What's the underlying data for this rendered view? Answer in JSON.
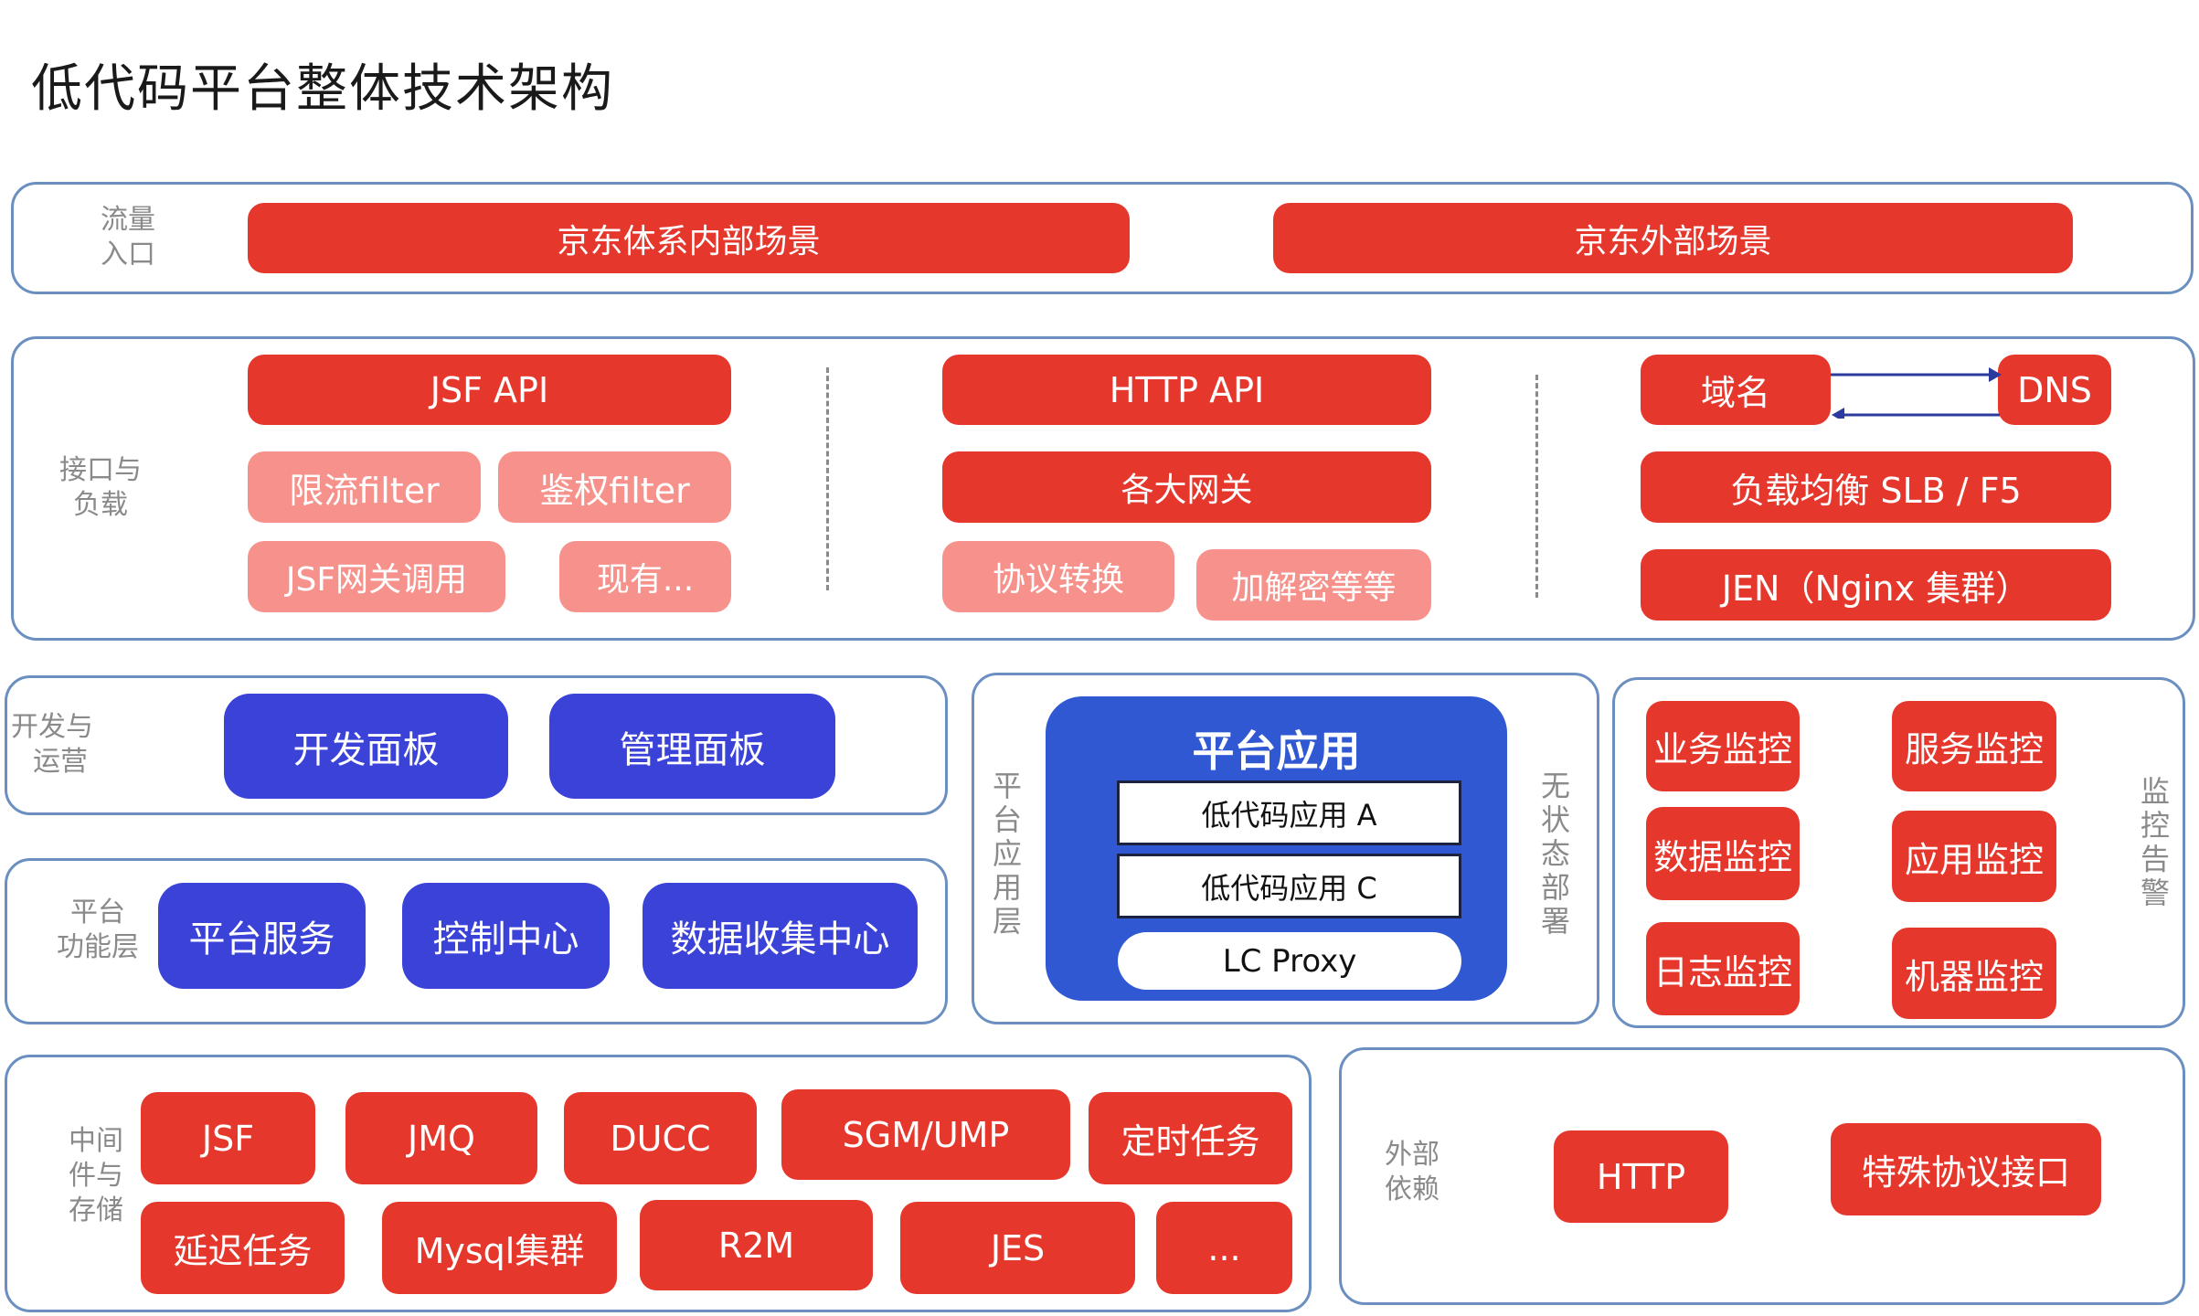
{
  "title": "低代码平台整体技术架构",
  "colors": {
    "primary_red": "#e5372c",
    "light_red": "#f6928b",
    "indigo": "#3a42d8",
    "platform_blue": "#3058d2",
    "panel_border": "#6a8fc0",
    "label_gray": "#8a8a8a",
    "arrow_blue": "#2b3a9e"
  },
  "traffic": {
    "label": [
      "流量",
      "入口"
    ],
    "items": [
      "京东体系内部场景",
      "京东外部场景"
    ]
  },
  "interface": {
    "label": [
      "接口与",
      "负载"
    ],
    "jsf": {
      "header": "JSF API",
      "items": [
        "限流filter",
        "鉴权filter",
        "JSF网关调用",
        "现有..."
      ]
    },
    "http": {
      "header": "HTTP API",
      "gateway": "各大网关",
      "items": [
        "协议转换",
        "加解密等等"
      ]
    },
    "lb": {
      "domain": "域名",
      "dns": "DNS",
      "slb": "负载均衡 SLB / F5",
      "jen": "JEN（Nginx 集群）"
    }
  },
  "devops": {
    "label": [
      "开发与",
      "运营"
    ],
    "items": [
      "开发面板",
      "管理面板"
    ]
  },
  "functions": {
    "label": [
      "平台",
      "功能层"
    ],
    "items": [
      "平台服务",
      "控制中心",
      "数据收集中心"
    ]
  },
  "platform_app": {
    "left_label": [
      "平",
      "台",
      "应",
      "用",
      "层"
    ],
    "right_label": [
      "无",
      "状",
      "态",
      "部",
      "署"
    ],
    "title": "平台应用",
    "apps": [
      "低代码应用 A",
      "低代码应用 C"
    ],
    "proxy": "LC Proxy"
  },
  "monitoring": {
    "label": [
      "监",
      "控",
      "告",
      "警"
    ],
    "items": [
      "业务监控",
      "服务监控",
      "数据监控",
      "应用监控",
      "日志监控",
      "机器监控"
    ]
  },
  "middleware": {
    "label": [
      "中间",
      "件与",
      "存储"
    ],
    "row1": [
      "JSF",
      "JMQ",
      "DUCC",
      "SGM/UMP",
      "定时任务"
    ],
    "row2": [
      "延迟任务",
      "Mysql集群",
      "R2M",
      "JES",
      "..."
    ]
  },
  "external": {
    "label": [
      "外部",
      "依赖"
    ],
    "items": [
      "HTTP",
      "特殊协议接口"
    ]
  }
}
